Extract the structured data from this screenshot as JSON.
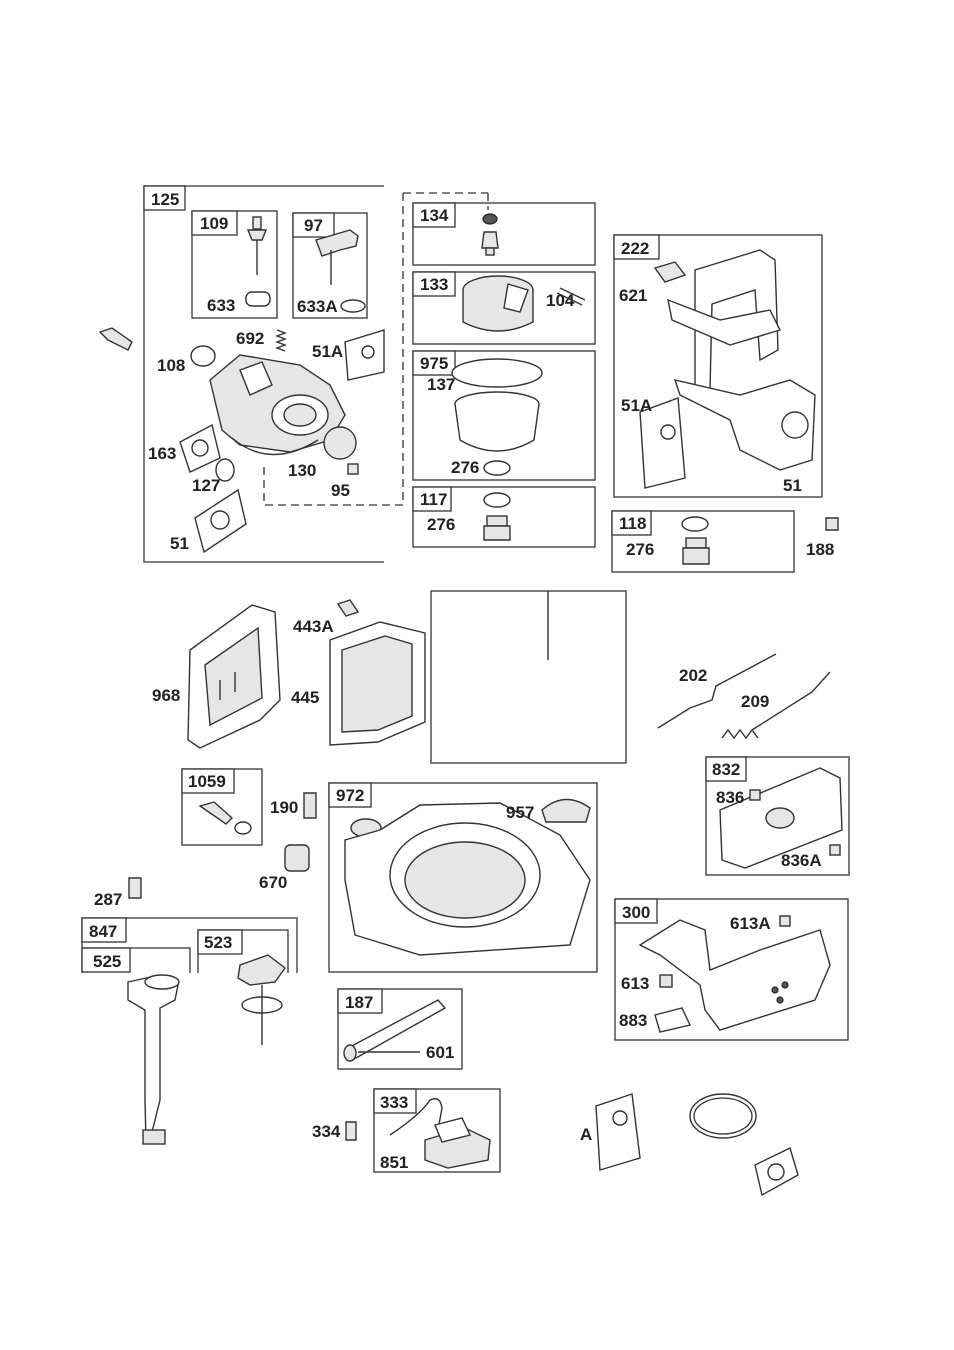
{
  "assemblies": {
    "carburetor": "125",
    "inlet_needle": "109",
    "inlet_valve_kit": "97",
    "needle_valve": "134",
    "float": "133",
    "float_bowl": "975",
    "bowl_nut_kit": "117",
    "drain_kit": "118",
    "control_bracket": "222",
    "bolt_kit": "1059",
    "fuel_tank": "972",
    "muffler_guard": "832",
    "muffler": "300",
    "dipstick_tube": "847",
    "tube": "525",
    "dipstick": "523",
    "fuel_line": "187",
    "ignition_armature": "333"
  },
  "parts": {
    "p633": "633",
    "p633a": "633A",
    "p692": "692",
    "p51a_carb": "51A",
    "p108": "108",
    "p163": "163",
    "p127": "127",
    "p130": "130",
    "p95": "95",
    "p51_carb": "51",
    "p104": "104",
    "p137": "137",
    "p276_bowl": "276",
    "p276_nut": "276",
    "p276_drain": "276",
    "p188": "188",
    "p621": "621",
    "p51a_ctrl": "51A",
    "p51_ctrl": "51",
    "p443a": "443A",
    "p968": "968",
    "p445": "445",
    "p202": "202",
    "p209": "209",
    "p190": "190",
    "p670": "670",
    "p957": "957",
    "p836": "836",
    "p836a": "836A",
    "p287": "287",
    "p613a": "613A",
    "p613": "613",
    "p883": "883",
    "p601": "601",
    "p334": "334",
    "p851": "851",
    "pA": "A"
  }
}
